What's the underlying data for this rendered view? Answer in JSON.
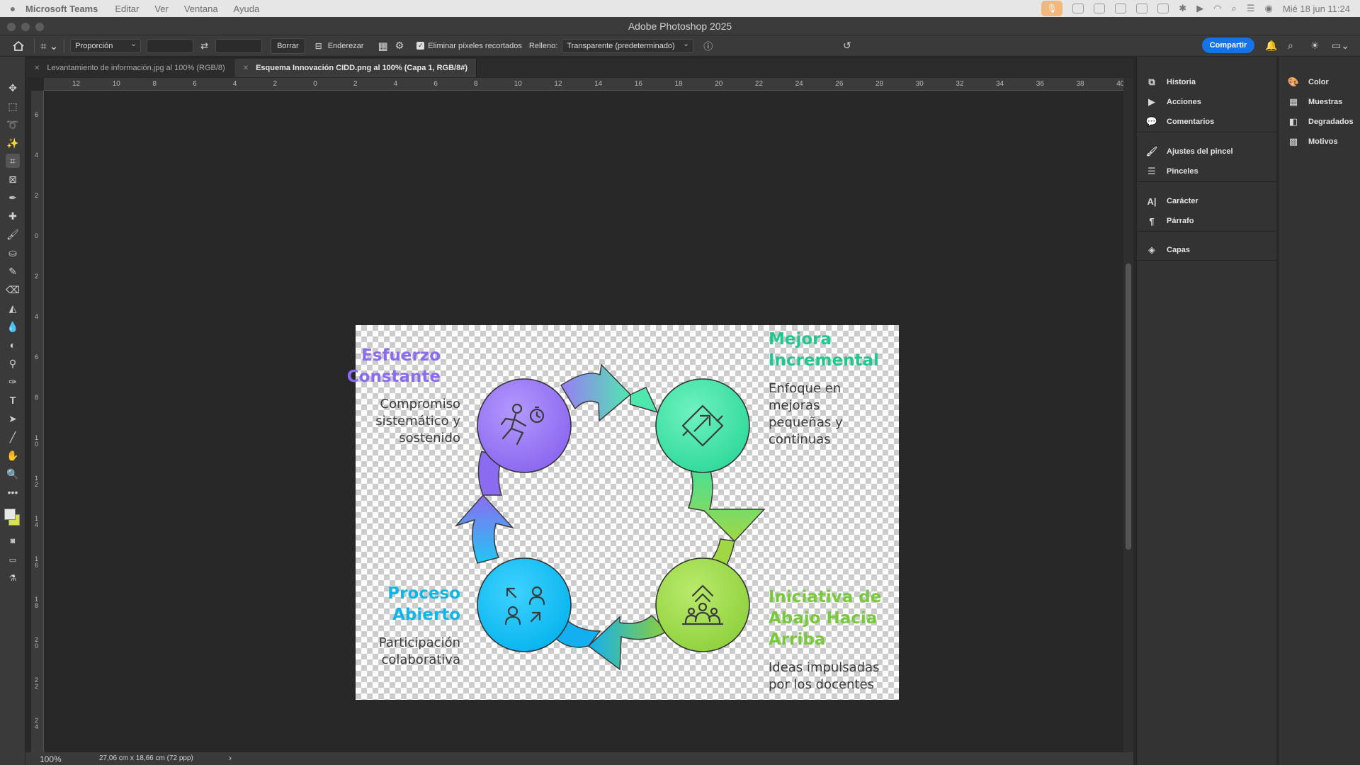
{
  "menubar": {
    "app": "Microsoft Teams",
    "items": [
      "Editar",
      "Ver",
      "Ventana",
      "Ayuda"
    ],
    "datetime": "Mié 18 jun  11:24"
  },
  "window": {
    "title": "Adobe Photoshop 2025"
  },
  "options": {
    "ratio_select": "Proporción",
    "clear_button": "Borrar",
    "straighten_label": "Enderezar",
    "delete_cropped_label": "Eliminar píxeles recortados",
    "fill_label": "Relleno:",
    "fill_select": "Transparente (predeterminado)",
    "share_button": "Compartir"
  },
  "tabs": [
    {
      "label": "Levantamiento de información.jpg al 100% (RGB/8)",
      "active": false
    },
    {
      "label": "Esquema Innovación CIDD.png al 100% (Capa 1, RGB/8#)",
      "active": true
    }
  ],
  "ruler_h": [
    "12",
    "10",
    "8",
    "6",
    "4",
    "2",
    "0",
    "2",
    "4",
    "6",
    "8",
    "10",
    "12",
    "14",
    "16",
    "18",
    "20",
    "22",
    "24",
    "26",
    "28",
    "30",
    "32",
    "34",
    "36",
    "38",
    "40"
  ],
  "ruler_v": [
    "6",
    "4",
    "2",
    "0",
    "2",
    "4",
    "6",
    "8",
    "1\n0",
    "1\n2",
    "1\n4",
    "1\n6",
    "1\n8",
    "2\n0",
    "2\n2",
    "2\n4"
  ],
  "diagram": {
    "stages": [
      {
        "title_line1": "Esfuerzo",
        "title_line2": "Constante",
        "title_line3": "",
        "desc_line1": "Compromiso",
        "desc_line2": "sistemático y",
        "desc_line3": "sostenido",
        "desc_line4": "",
        "color": "#8b6cf0"
      },
      {
        "title_line1": "Mejora",
        "title_line2": "Incremental",
        "title_line3": "",
        "desc_line1": "Enfoque en",
        "desc_line2": "mejoras",
        "desc_line3": "pequeñas y",
        "desc_line4": "continuas",
        "color": "#1fc98d"
      },
      {
        "title_line1": "Iniciativa de",
        "title_line2": "Abajo Hacia",
        "title_line3": "Arriba",
        "desc_line1": "Ideas impulsadas",
        "desc_line2": "por los docentes",
        "desc_line3": "",
        "desc_line4": "",
        "color": "#79c93c"
      },
      {
        "title_line1": "Proceso",
        "title_line2": "Abierto",
        "title_line3": "",
        "desc_line1": "Participación",
        "desc_line2": "colaborativa",
        "desc_line3": "",
        "desc_line4": "",
        "color": "#13b4e6"
      }
    ]
  },
  "status": {
    "zoom": "100%",
    "doc_info": "27,06 cm x 18,66 cm (72 ppp)"
  },
  "panels_left": [
    [
      "Historia",
      "Acciones",
      "Comentarios"
    ],
    [
      "Ajustes del pincel",
      "Pinceles"
    ],
    [
      "Carácter",
      "Párrafo"
    ],
    [
      "Capas"
    ]
  ],
  "panels_right": [
    "Color",
    "Muestras",
    "Degradados",
    "Motivos"
  ]
}
